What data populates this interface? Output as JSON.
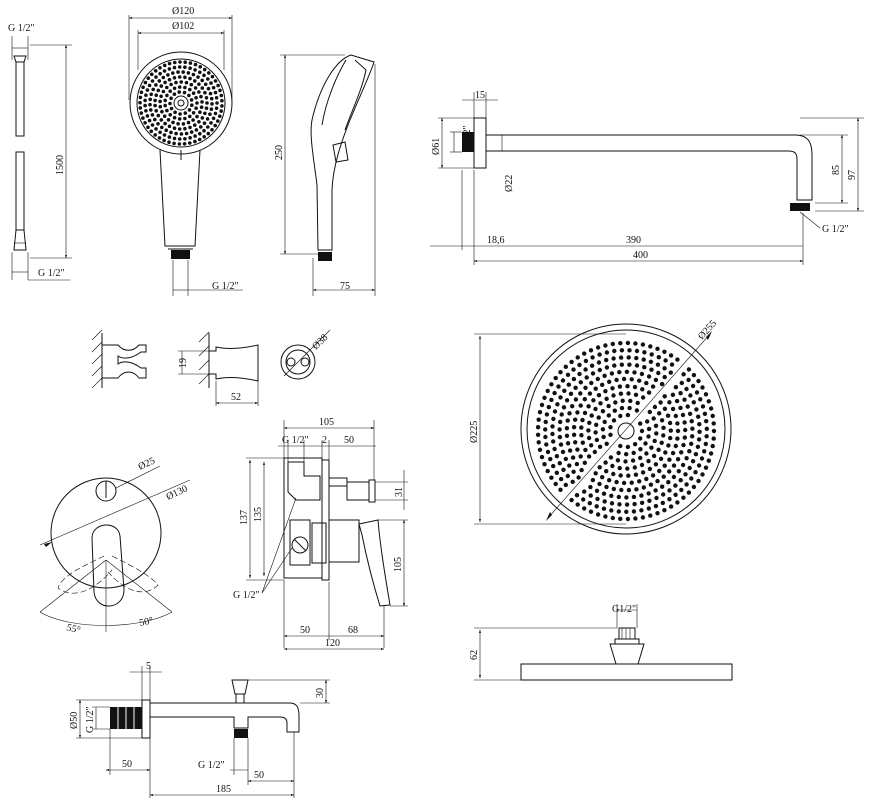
{
  "drawing": {
    "hose": {
      "thread_top": "G 1/2\"",
      "length": "1500",
      "thread_bottom": "G 1/2\""
    },
    "hand_shower": {
      "outer_diameter": "Ø120",
      "inner_diameter": "Ø102",
      "length": "250",
      "thread": "G 1/2\"",
      "depth": "75"
    },
    "shower_arm": {
      "flange_width": "15",
      "flange_diameter": "Ø61",
      "inlet_thread": "G 1/2\"",
      "pipe_diameter": "Ø22",
      "drop_inner": "85",
      "drop_outer": "97",
      "outlet_thread": "G 1/2\"",
      "wall_offset": "18,6",
      "arm_length": "390",
      "total_length": "400"
    },
    "holder": {
      "height": "19",
      "depth": "52",
      "diameter": "Ø38"
    },
    "rain_shower": {
      "outer_diameter": "Ø255",
      "face_diameter": "Ø225"
    },
    "mixer_front": {
      "knob_diameter": "Ø25",
      "plate_diameter": "Ø130",
      "angle_left": "55°",
      "angle_right": "50°"
    },
    "mixer_side": {
      "total_depth": "105",
      "thread_top": "G 1/2\"",
      "gap": "2",
      "spout_depth": "50",
      "outlet": "31",
      "height_outer": "137",
      "height_inner": "135",
      "lever_height": "105",
      "thread_side": "G 1/2\"",
      "body_left": "50",
      "body_right": "68",
      "body_total": "120"
    },
    "head_profile": {
      "thread": "G1/2\"",
      "height": "62"
    },
    "spout": {
      "plate": "5",
      "height": "30",
      "diameter": "Ø50",
      "thread_in": "G 1/2\"",
      "offset": "50",
      "thread_out": "G 1/2\"",
      "outlet": "50",
      "length": "185"
    }
  }
}
